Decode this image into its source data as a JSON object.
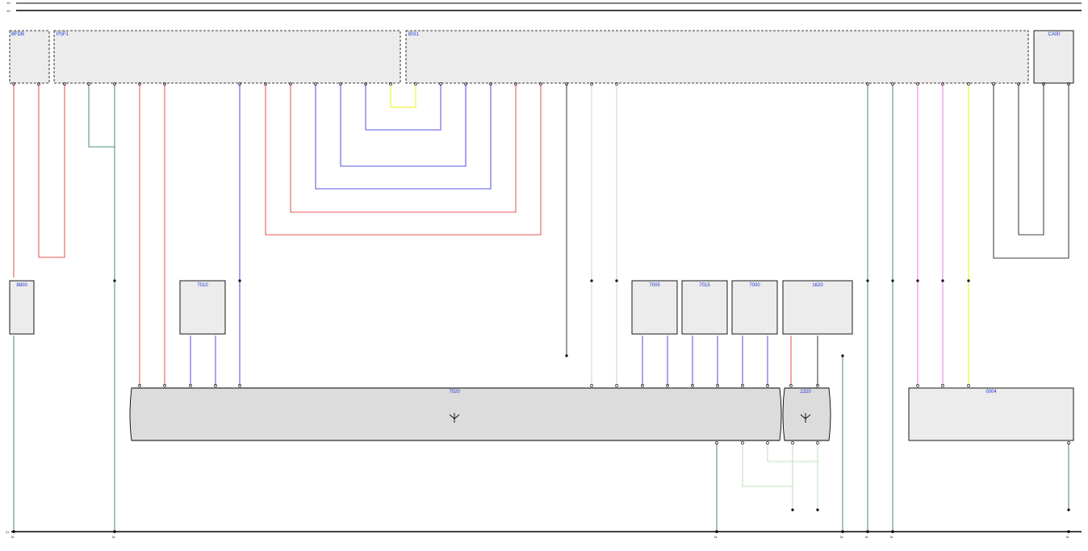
{
  "rails": {
    "top_a": "15",
    "top_b": "15",
    "bottom": "31"
  },
  "modules": {
    "bfdb": "BFDB",
    "psf1": "PSF1",
    "bsi1": "BSI1",
    "ca00": "CA00",
    "m8800": "8800",
    "m7010": "7010",
    "m7005": "7005",
    "m7015": "7015",
    "m7000": "7000",
    "m1620": "1620",
    "m7020": "7020",
    "m1320": "1320",
    "m0004": "0004"
  },
  "ground_labels": [
    "M",
    "M",
    "M",
    "M",
    "M",
    "M",
    "M"
  ],
  "colors": {
    "red": "#e02020",
    "green": "#1f6b46",
    "lightgreen": "#a8d8a8",
    "blue": "#2020e0",
    "yellow": "#f0f000",
    "black": "#000000",
    "pink": "#e070e0",
    "block_fill": "#ececec",
    "bus_fill": "#dcdcdc",
    "label": "#2233cc"
  }
}
